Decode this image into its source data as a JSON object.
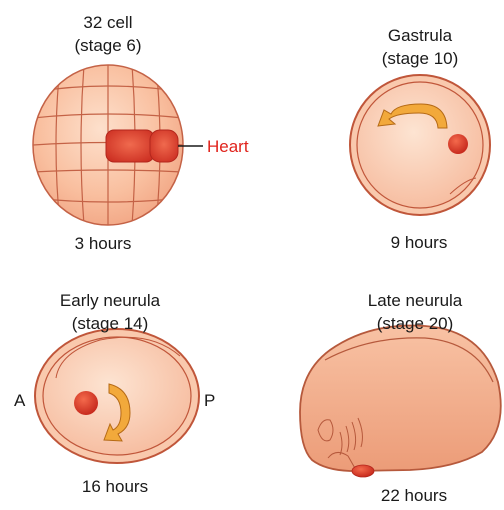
{
  "panels": {
    "cell32": {
      "name": "32 cell",
      "stage": "(stage 6)",
      "time": "3 hours"
    },
    "gastrula": {
      "name": "Gastrula",
      "stage": "(stage 10)",
      "time": "9 hours"
    },
    "early_neurula": {
      "name": "Early neurula",
      "stage": "(stage 14)",
      "time": "16 hours"
    },
    "late_neurula": {
      "name": "Late neurula",
      "stage": "(stage 20)",
      "time": "22 hours"
    }
  },
  "labels": {
    "heart": "Heart",
    "anterior": "A",
    "posterior": "P"
  },
  "colors": {
    "heart_label": "#e0231c",
    "heart_cells": "#d9382a",
    "embryo_fill": "#f6b28f",
    "embryo_outline": "#c0563a",
    "arrow_fill": "#f2a93b",
    "text": "#1a1a1a"
  }
}
